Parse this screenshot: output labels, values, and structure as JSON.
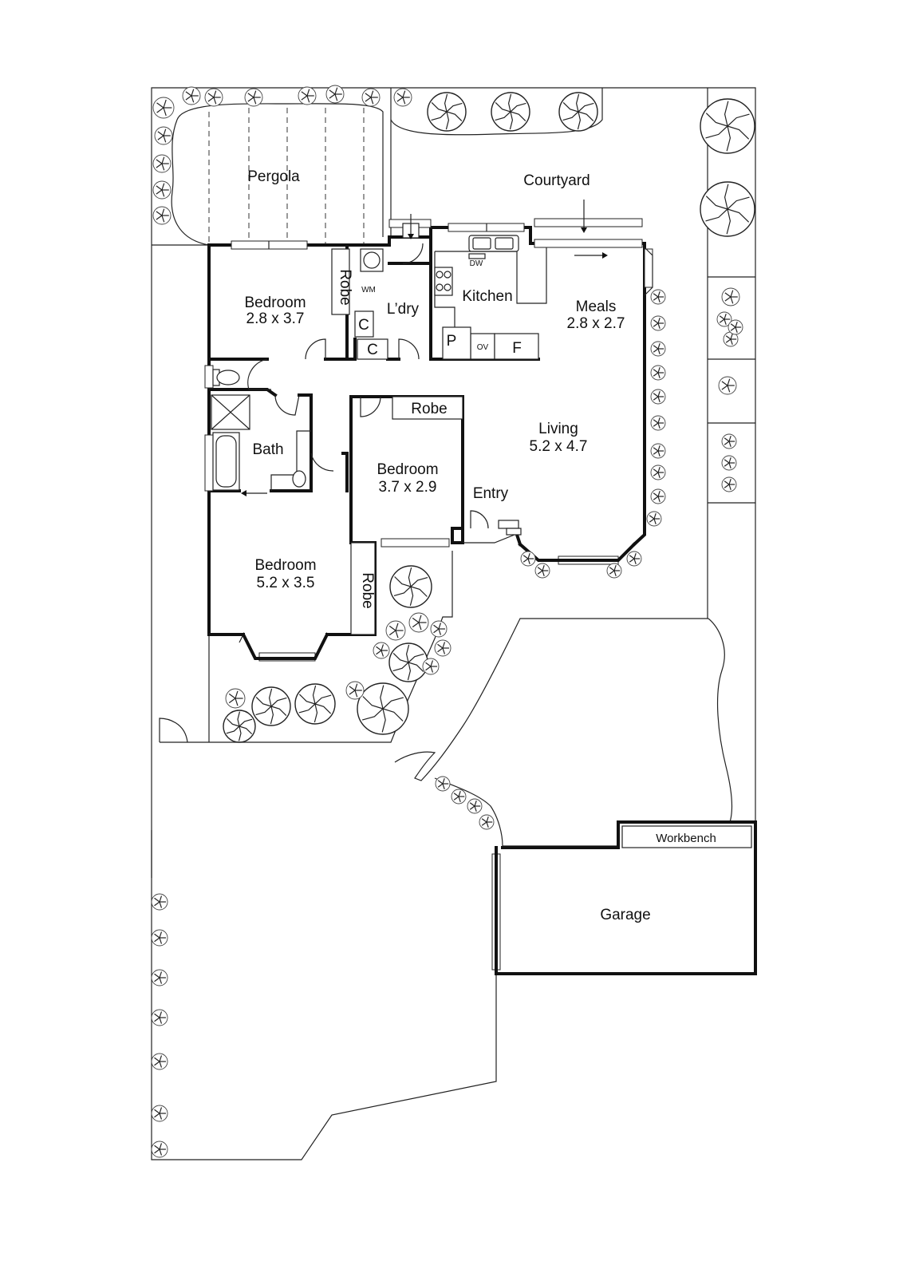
{
  "rooms": {
    "pergola": "Pergola",
    "courtyard": "Courtyard",
    "bedroom_1_name": "Bedroom",
    "bedroom_1_size": "2.8 x 3.7",
    "robe_1": "Robe",
    "wm": "WM",
    "laundry": "L’dry",
    "cupboard_1": "C",
    "cupboard_2": "C",
    "kitchen": "Kitchen",
    "dw": "DW",
    "pantry": "P",
    "oven": "OV",
    "fridge": "F",
    "meals_name": "Meals",
    "meals_size": "2.8 x 2.7",
    "bath": "Bath",
    "robe_2": "Robe",
    "living_name": "Living",
    "living_size": "5.2 x 4.7",
    "bedroom_2_name": "Bedroom",
    "bedroom_2_size": "3.7 x 2.9",
    "entry": "Entry",
    "bedroom_3_name": "Bedroom",
    "bedroom_3_size": "5.2 x 3.5",
    "robe_3": "Robe",
    "workbench": "Workbench",
    "garage": "Garage"
  },
  "icons": {
    "tree": "tree-icon",
    "shrub": "shrub-icon",
    "arrow": "arrow-icon",
    "toilet": "toilet-icon",
    "bathtub": "bathtub-icon",
    "shower": "shower-icon",
    "sink": "sink-icon",
    "cooktop": "cooktop-icon"
  }
}
